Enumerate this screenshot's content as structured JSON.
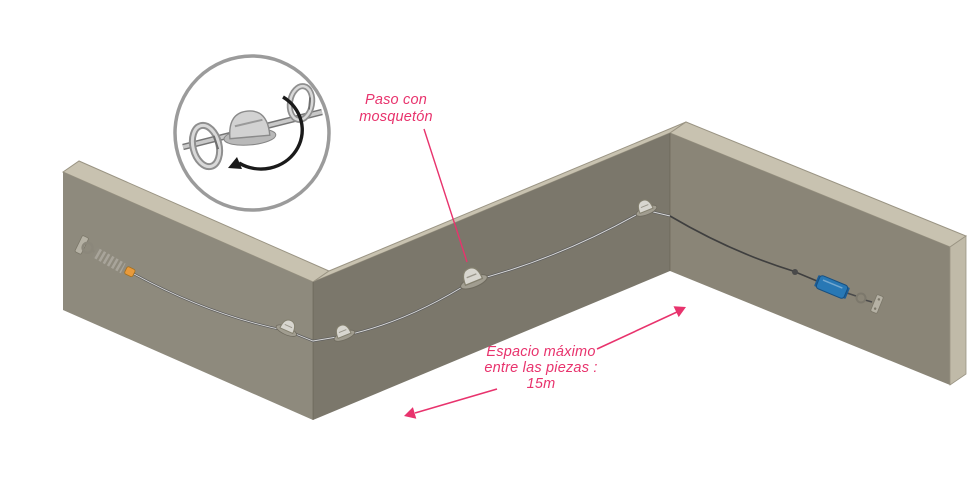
{
  "figure": {
    "kind": "isometric-installation-diagram",
    "description": "Horizontal lifeline cable installed along a zigzag wall with anchors"
  },
  "colors": {
    "accent_pink": "#E8336D",
    "wall_top": "#C8C2B0",
    "wall_front_left": "#8E8A7D",
    "wall_front_middle": "#7B776B",
    "wall_front_right": "#8A8577",
    "wall_end_cap": "#C0BAA8",
    "detail_ring": "#9B9B9B",
    "absorber_blue": "#2878B5",
    "tensioner_orange": "#E89A3C"
  },
  "annotations": {
    "carabiner_note": {
      "line1": "Paso con",
      "line2": "mosquetón"
    },
    "spacing_note": {
      "line1": "Espacio máximo",
      "line2": "entre las piezas :",
      "line3": "15m"
    }
  },
  "components": {
    "detail_callout": "carabiner-pass-detail",
    "cable": "lifeline-cable",
    "intermediate_anchor": "intermediate-anchor",
    "tensioner": "spring-tensioner",
    "absorber": "energy-absorber",
    "end_anchor": "end-anchor-plate"
  }
}
